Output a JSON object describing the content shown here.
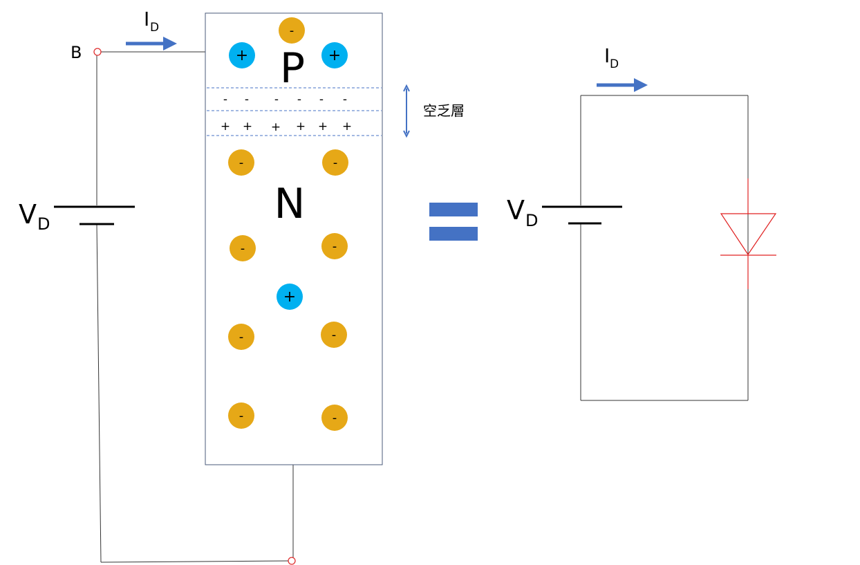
{
  "labels": {
    "node_b": "B",
    "current_main": "I",
    "current_sub": "D",
    "voltage_main": "V",
    "voltage_sub": "D",
    "p_region": "P",
    "n_region": "N",
    "depletion": "空乏層",
    "minus": "-",
    "plus": "+"
  },
  "colors": {
    "hole": "#00B0F0",
    "electron": "#E6A817",
    "arrow": "#4472C4",
    "equals": "#4472C4",
    "terminal": "#E03030",
    "diode": "#E02020",
    "wire": "#333333",
    "region_border": "#4A5A7A",
    "dashed": "#4472C4"
  },
  "icons": {
    "hole": "circle-plus",
    "electron": "circle-minus",
    "diode": "diode-symbol",
    "battery": "battery-symbol"
  }
}
